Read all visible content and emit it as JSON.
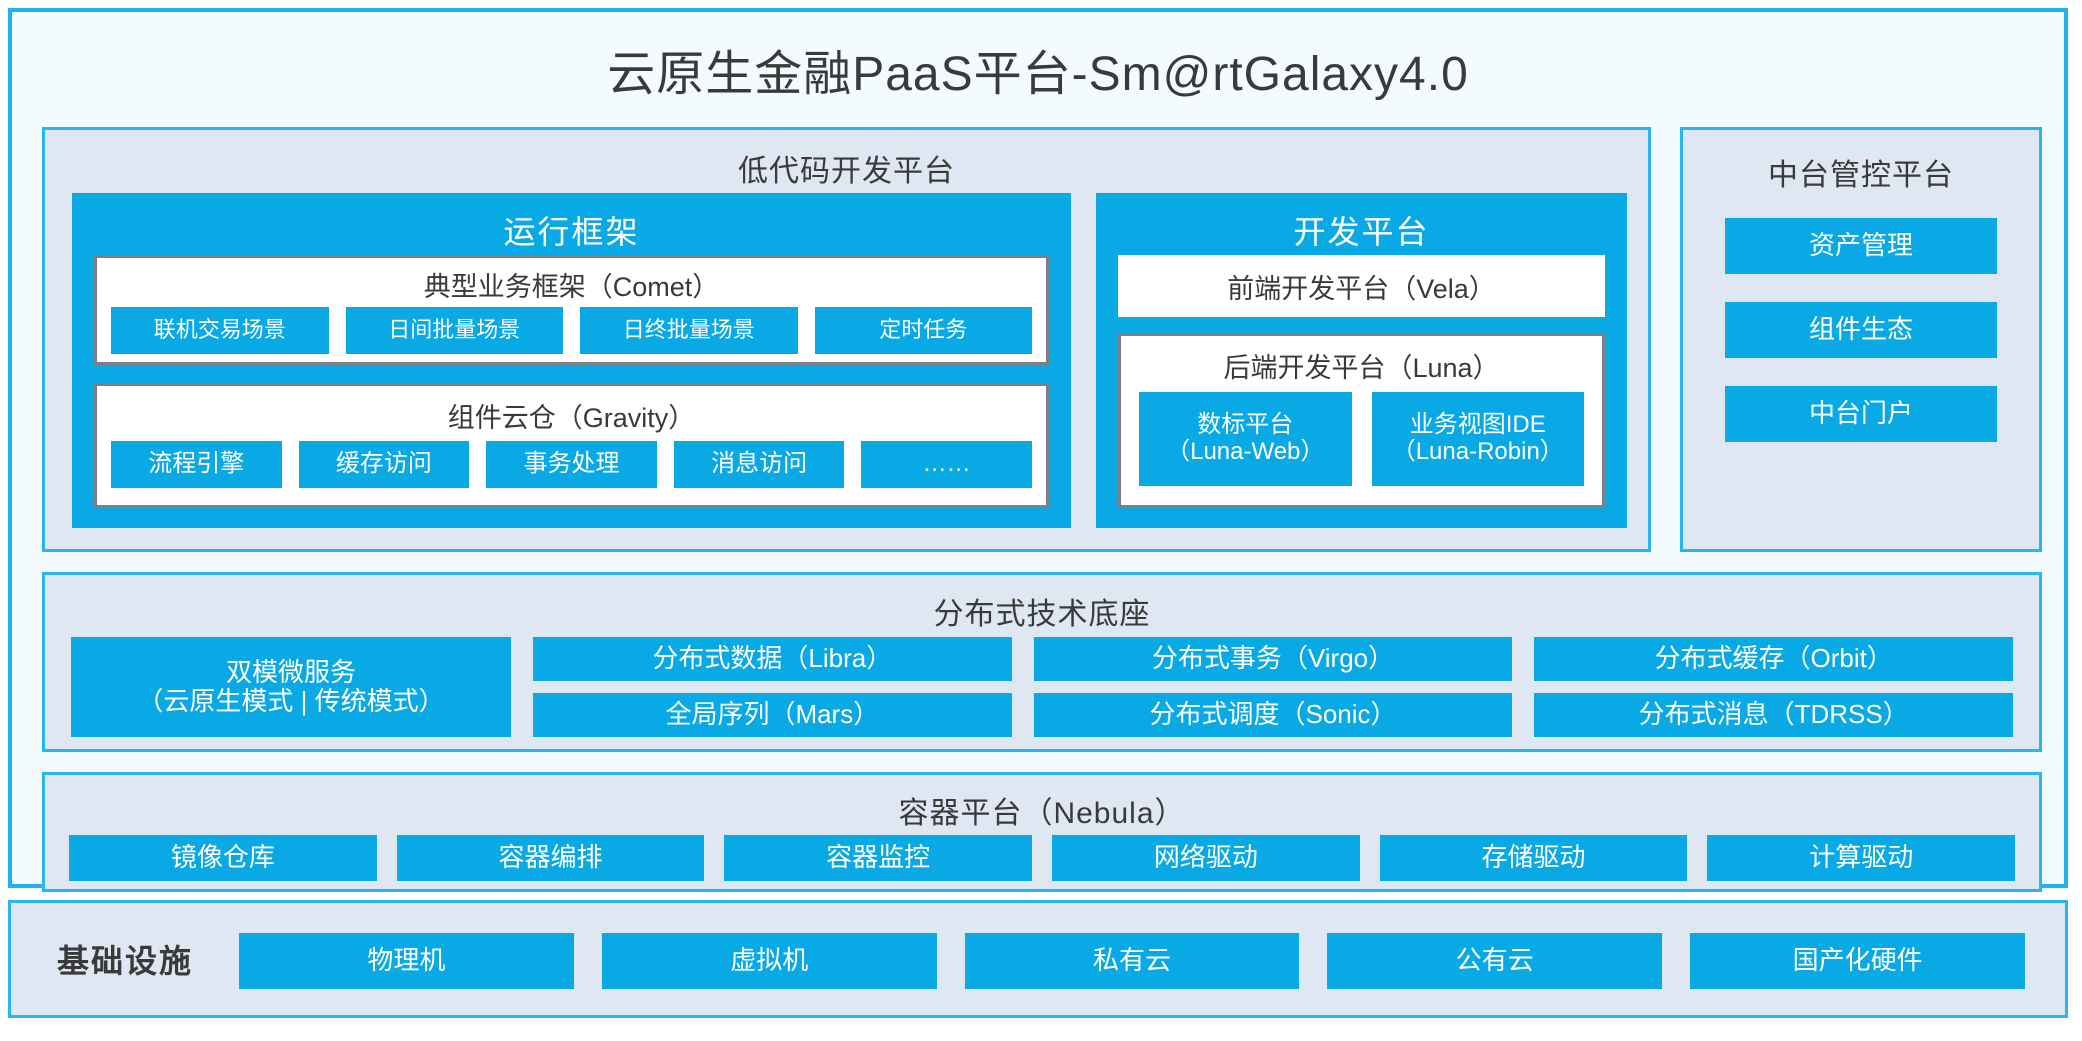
{
  "title": "云原生金融PaaS平台-Sm@rtGalaxy4.0",
  "colors": {
    "accent_blue": "#09a9e6",
    "frame_blue": "#22b3ef",
    "panel_bg": "#dee7f2",
    "page_bg": "#f4fbfe",
    "card_border": "#7b8086",
    "text_dark": "#3a3a3a"
  },
  "lowcode": {
    "title": "低代码开发平台",
    "runtime": {
      "title": "运行框架",
      "comet": {
        "title": "典型业务框架（Comet）",
        "chips": [
          "联机交易场景",
          "日间批量场景",
          "日终批量场景",
          "定时任务"
        ]
      },
      "gravity": {
        "title": "组件云仓（Gravity）",
        "chips": [
          "流程引擎",
          "缓存访问",
          "事务处理",
          "消息访问",
          "……"
        ]
      }
    },
    "devplatform": {
      "title": "开发平台",
      "frontend": "前端开发平台（Vela）",
      "backend": {
        "title": "后端开发平台（Luna）",
        "chips": [
          {
            "line1": "数标平台",
            "line2": "（Luna-Web）"
          },
          {
            "line1": "业务视图IDE",
            "line2": "（Luna-Robin）"
          }
        ]
      }
    }
  },
  "midoffice": {
    "title": "中台管控平台",
    "chips": [
      "资产管理",
      "组件生态",
      "中台门户"
    ]
  },
  "distbase": {
    "title": "分布式技术底座",
    "dual_mode": {
      "line1": "双模微服务",
      "line2": "（云原生模式 | 传统模式）"
    },
    "columns": [
      [
        "分布式数据（Libra）",
        "全局序列（Mars）"
      ],
      [
        "分布式事务（Virgo）",
        "分布式调度（Sonic）"
      ],
      [
        "分布式缓存（Orbit）",
        "分布式消息（TDRSS）"
      ]
    ]
  },
  "container": {
    "title": "容器平台（Nebula）",
    "chips": [
      "镜像仓库",
      "容器编排",
      "容器监控",
      "网络驱动",
      "存储驱动",
      "计算驱动"
    ]
  },
  "infrastructure": {
    "label": "基础设施",
    "chips": [
      "物理机",
      "虚拟机",
      "私有云",
      "公有云",
      "国产化硬件"
    ]
  }
}
